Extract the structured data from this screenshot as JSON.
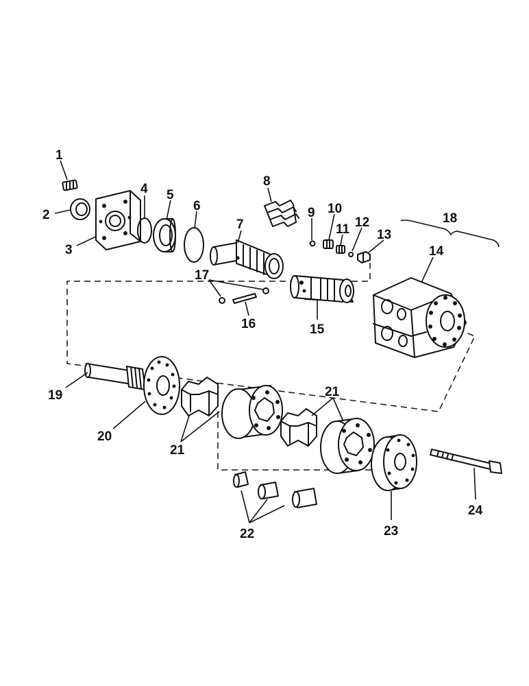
{
  "callouts": [
    {
      "num": "1"
    },
    {
      "num": "2"
    },
    {
      "num": "3"
    },
    {
      "num": "4"
    },
    {
      "num": "5"
    },
    {
      "num": "6"
    },
    {
      "num": "7"
    },
    {
      "num": "8"
    },
    {
      "num": "9"
    },
    {
      "num": "10"
    },
    {
      "num": "11"
    },
    {
      "num": "12"
    },
    {
      "num": "13"
    },
    {
      "num": "14"
    },
    {
      "num": "15"
    },
    {
      "num": "16"
    },
    {
      "num": "17"
    },
    {
      "num": "18"
    },
    {
      "num": "19"
    },
    {
      "num": "20"
    },
    {
      "num": "21"
    },
    {
      "num": "21"
    },
    {
      "num": "22"
    },
    {
      "num": "23"
    },
    {
      "num": "24"
    }
  ]
}
